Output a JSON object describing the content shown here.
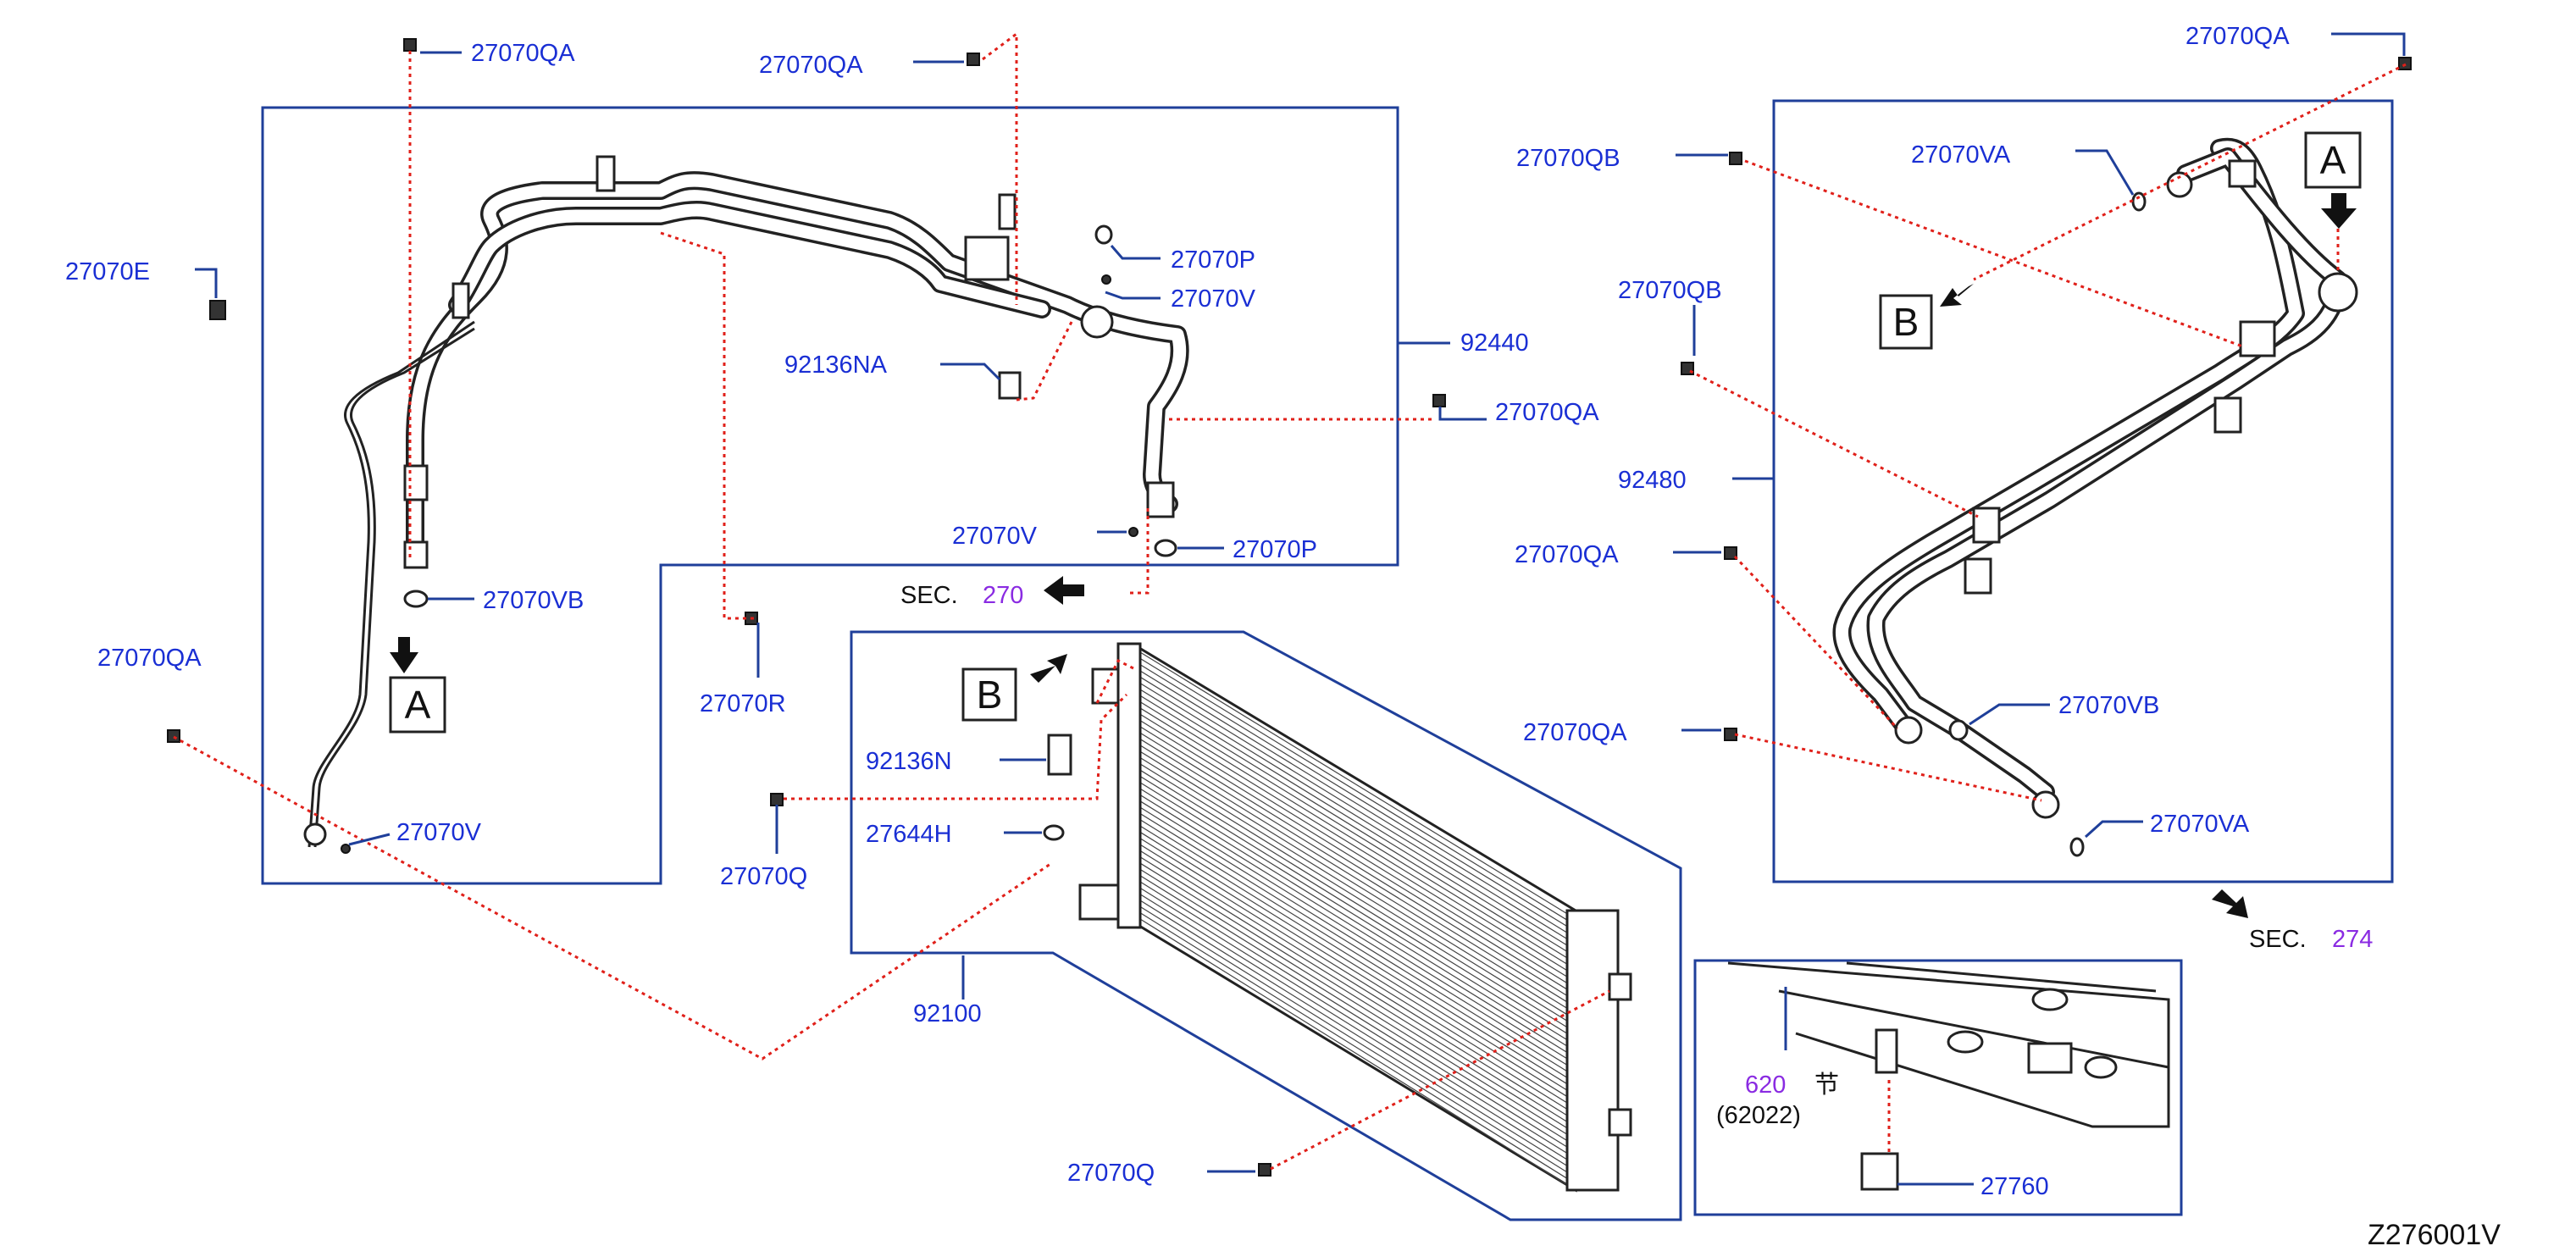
{
  "labels": {
    "l_27070qa_1": "27070QA",
    "l_27070qa_2": "27070QA",
    "l_27070e": "27070E",
    "l_27070p_1": "27070P",
    "l_27070v_1": "27070V",
    "l_92136na": "92136NA",
    "l_92440": "92440",
    "l_27070qa_3": "27070QA",
    "l_27070v_2": "27070V",
    "l_27070p_2": "27070P",
    "l_sec270_text": "SEC.",
    "l_sec270_num": "270",
    "l_27070vb_1": "27070VB",
    "l_27070qa_4": "27070QA",
    "l_27070r": "27070R",
    "l_27070v_3": "27070V",
    "l_92136n": "92136N",
    "l_27644h": "27644H",
    "l_27070q_1": "27070Q",
    "l_92100": "92100",
    "l_27070q_2": "27070Q",
    "l_27070qa_5": "27070QA",
    "l_27070qb_1": "27070QB",
    "l_27070va_1": "27070VA",
    "l_27070qb_2": "27070QB",
    "l_92480": "92480",
    "l_27070qa_6": "27070QA",
    "l_27070qa_7": "27070QA",
    "l_27070vb_2": "27070VB",
    "l_27070va_2": "27070VA",
    "l_sec274_text": "SEC.",
    "l_sec274_num": "274",
    "l_620": "620",
    "l_620_glyph": "节",
    "l_62022": "(62022)",
    "l_27760": "27760",
    "diagram_code": "Z276001V"
  },
  "view_markers": {
    "a_left": "A",
    "b_left": "B",
    "a_right": "A",
    "b_right": "B"
  },
  "colors": {
    "label": "#1a2fd4",
    "section_ref": "#8a2be2",
    "frame": "#1f3f9a",
    "dotted_leader": "#e0201a"
  }
}
